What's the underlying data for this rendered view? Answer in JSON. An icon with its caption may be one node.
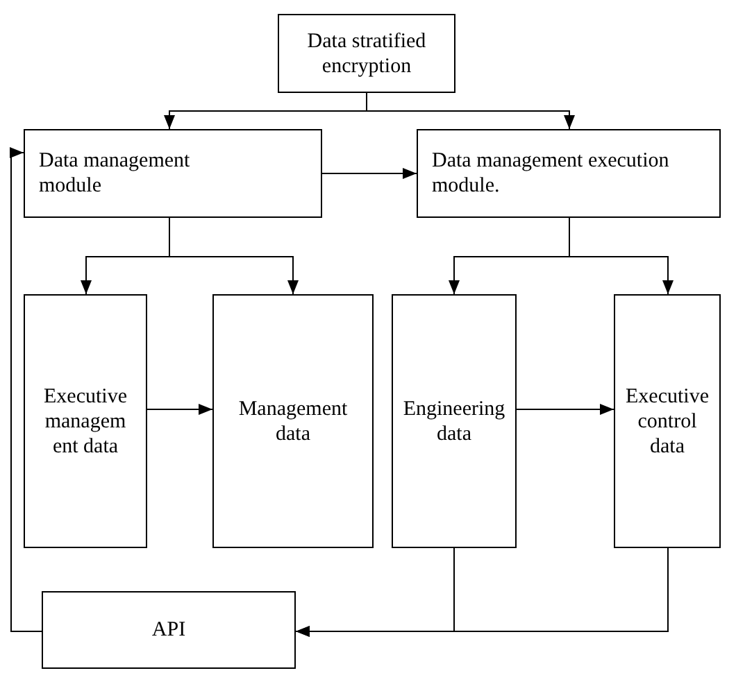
{
  "diagram": {
    "nodes": [
      {
        "text": [
          "Data stratified encryption"
        ]
      },
      {
        "text": [
          "Data management module"
        ]
      },
      {
        "text": [
          "Data management execution module."
        ]
      },
      {
        "text": [
          "Executive managem ent data"
        ]
      },
      {
        "text": [
          "Management data"
        ]
      },
      {
        "text": [
          "Engineering data"
        ]
      },
      {
        "text": [
          "Executive control data"
        ]
      },
      {
        "text": [
          "API"
        ]
      }
    ],
    "edges": [
      {
        "from": 0,
        "to": 1,
        "arrow": "to"
      },
      {
        "from": 0,
        "to": 2,
        "arrow": "to"
      },
      {
        "from": 1,
        "to": 2,
        "arrow": "to"
      },
      {
        "from": 1,
        "to": 3,
        "arrow": "to"
      },
      {
        "from": 1,
        "to": 4,
        "arrow": "to"
      },
      {
        "from": 2,
        "to": 5,
        "arrow": "to"
      },
      {
        "from": 2,
        "to": 6,
        "arrow": "to"
      },
      {
        "from": 3,
        "to": 4,
        "arrow": "to"
      },
      {
        "from": 5,
        "to": 6,
        "arrow": "to"
      },
      {
        "from": 7,
        "to": 1,
        "arrow": "to"
      },
      {
        "from": 5,
        "to": 7,
        "arrow": "to"
      },
      {
        "from": 6,
        "to": 7,
        "arrow": "to"
      }
    ]
  }
}
